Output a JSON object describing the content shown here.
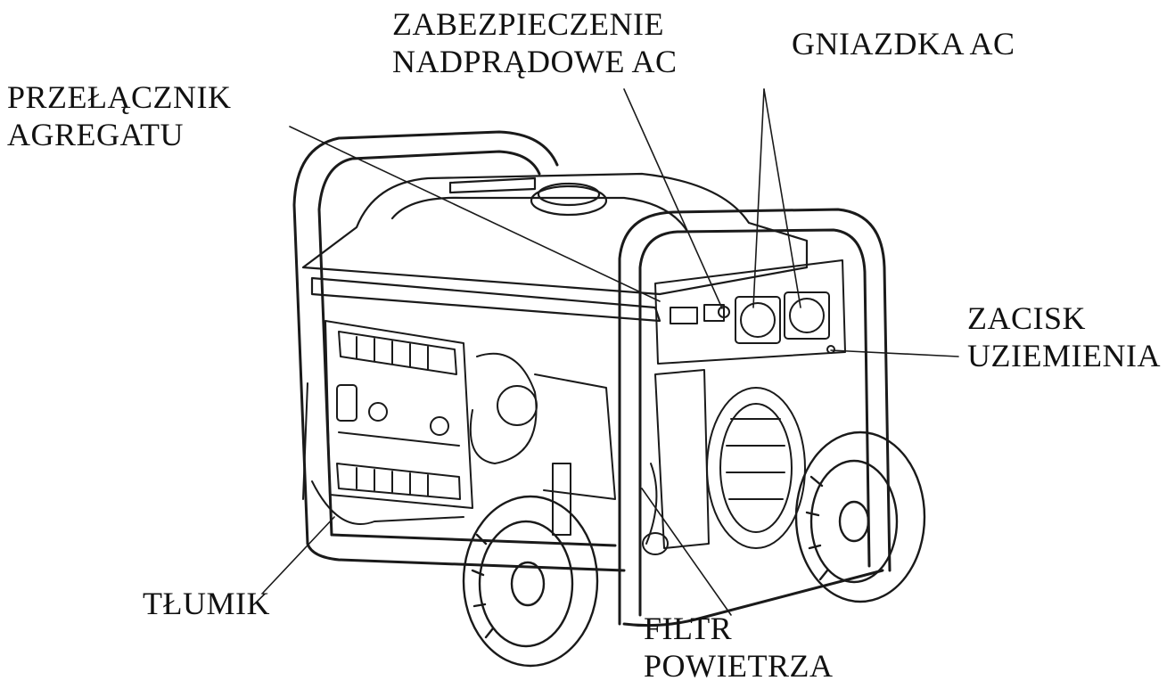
{
  "labels": {
    "przelacznik": {
      "line1": "PRZEŁĄCZNIK",
      "line2": "AGREGATU"
    },
    "zabezpieczenie": {
      "line1": "ZABEZPIECZENIE",
      "line2": "NADPRĄDOWE AC"
    },
    "gniazdka": {
      "line1": "GNIAZDKA AC"
    },
    "zacisk": {
      "line1": "ZACISK",
      "line2": "UZIEMIENIA"
    },
    "tlumik": {
      "line1": "TŁUMIK"
    },
    "filtr": {
      "line1": "FILTR",
      "line2": "POWIETRZA"
    }
  },
  "colors": {
    "ink": "#1a1a1a",
    "background": "#ffffff"
  }
}
